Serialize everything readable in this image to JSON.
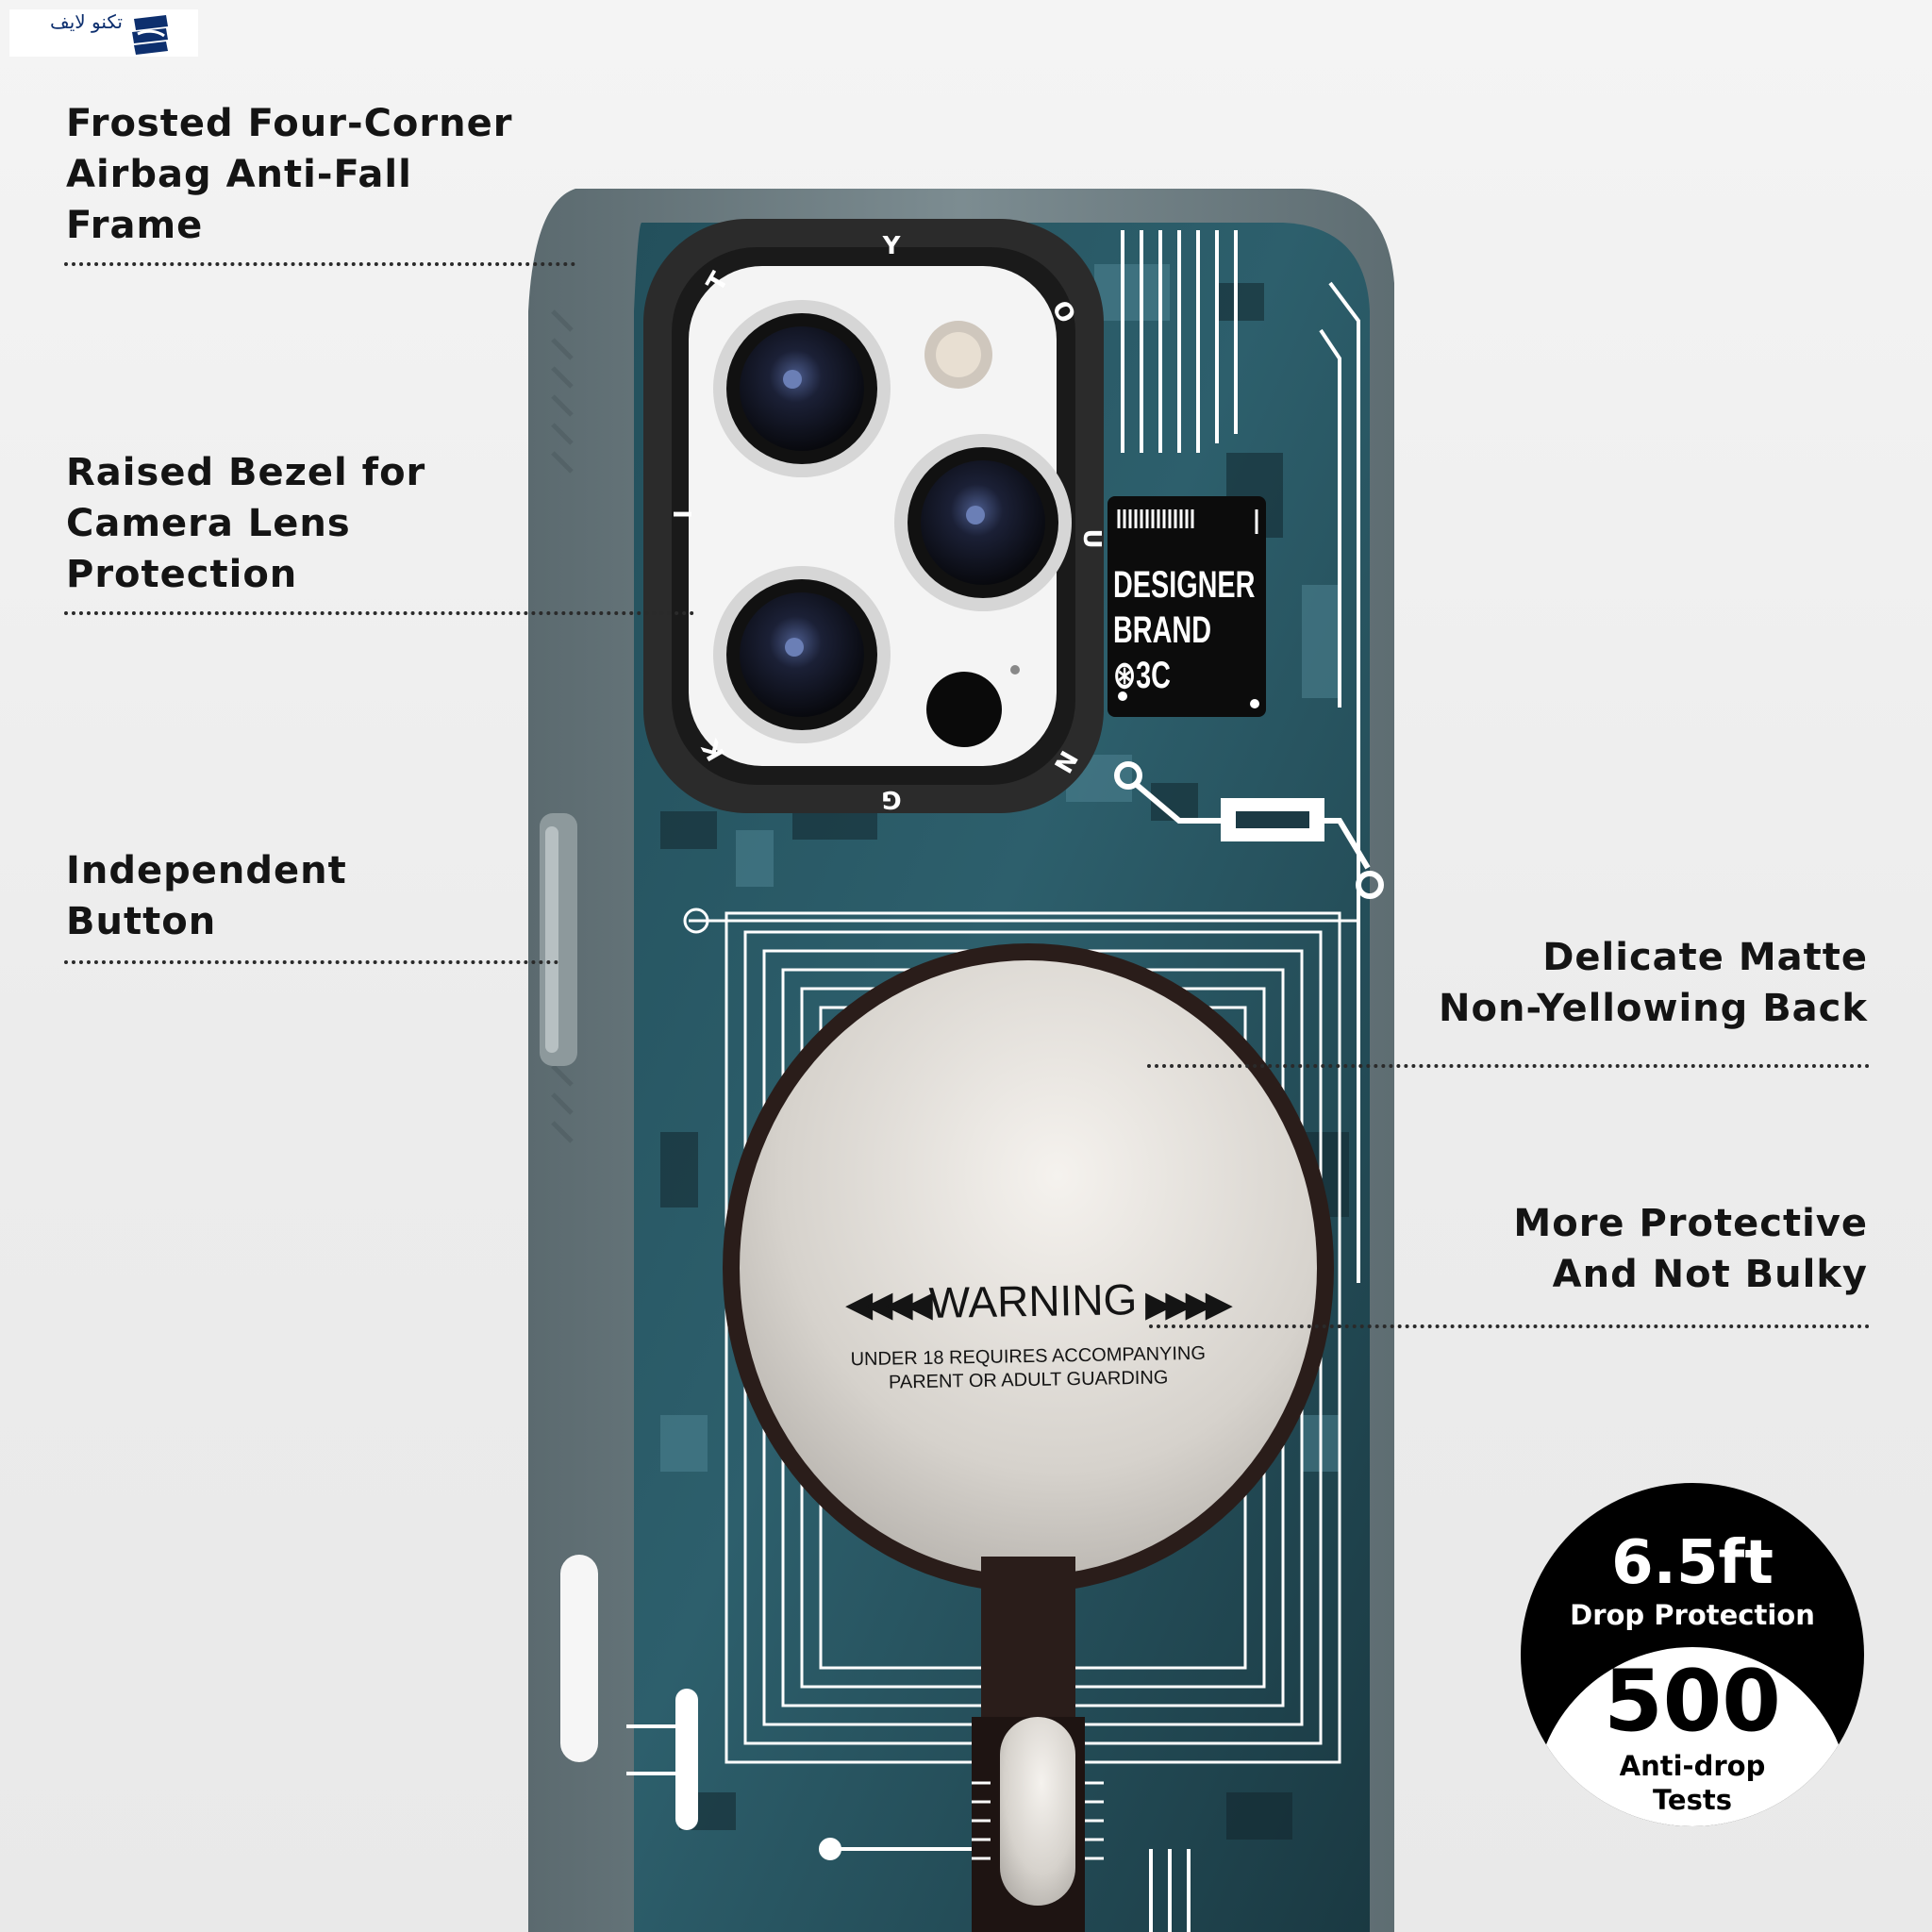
{
  "logo": {
    "text": "تکنو\nلایف",
    "icon": "brand-logo-icon",
    "color": "#0d2f6e"
  },
  "features": {
    "frame": "Frosted Four-Corner\nAirbag Anti-Fall\nFrame",
    "bezel": "Raised Bezel for\nCamera Lens\nProtection",
    "button": "Independent\nButton",
    "back": "Delicate Matte\nNon-Yellowing Back",
    "protective": "More Protective\nAnd Not Bulky"
  },
  "badge": {
    "top_value": "6.5ft",
    "top_label": "Drop Protection",
    "bottom_value": "500",
    "bottom_label": "Anti-drop\nTests"
  },
  "phone": {
    "brand_label": "DESIGNER\nBRAND ⊛3C",
    "ring_letters": [
      "Y",
      "O",
      "U",
      "N",
      "G",
      "K",
      "I",
      "T"
    ],
    "warning_title": "WARNING",
    "warning_text": "UNDER 18 REQUIRES ACCOMPANYING\nPARENT OR ADULT GUARDING",
    "arrows_left": "◀◀◀◀",
    "arrows_right": "▶▶▶▶",
    "colors": {
      "case_frame": "#6b7b80",
      "circuit_dark": "#1c3a44",
      "circuit_mid": "#3d6c78",
      "trace": "#ffffff",
      "camera_bezel": "#2b2b2b"
    }
  }
}
